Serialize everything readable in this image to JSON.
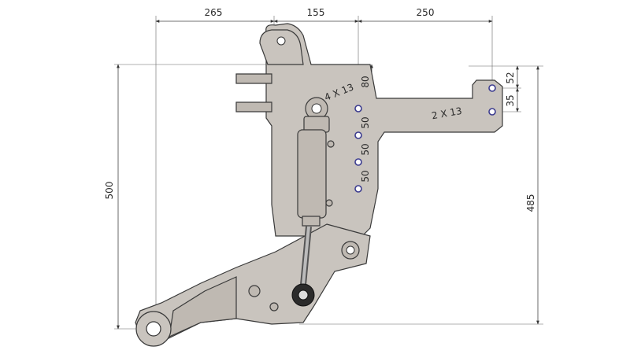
{
  "dimensions": {
    "top_265": "265",
    "top_155": "155",
    "top_250": "250",
    "left_500": "500",
    "right_485": "485",
    "right_52": "52",
    "right_35": "35",
    "v_80": "80",
    "v_50a": "50",
    "v_50b": "50",
    "v_50c": "50"
  },
  "callouts": {
    "holes_4x13": "4 X 13",
    "holes_2x13": "2 X 13"
  },
  "colors": {
    "part_fill": "#c9c4be",
    "hole_accent": "#3b3b8f"
  }
}
